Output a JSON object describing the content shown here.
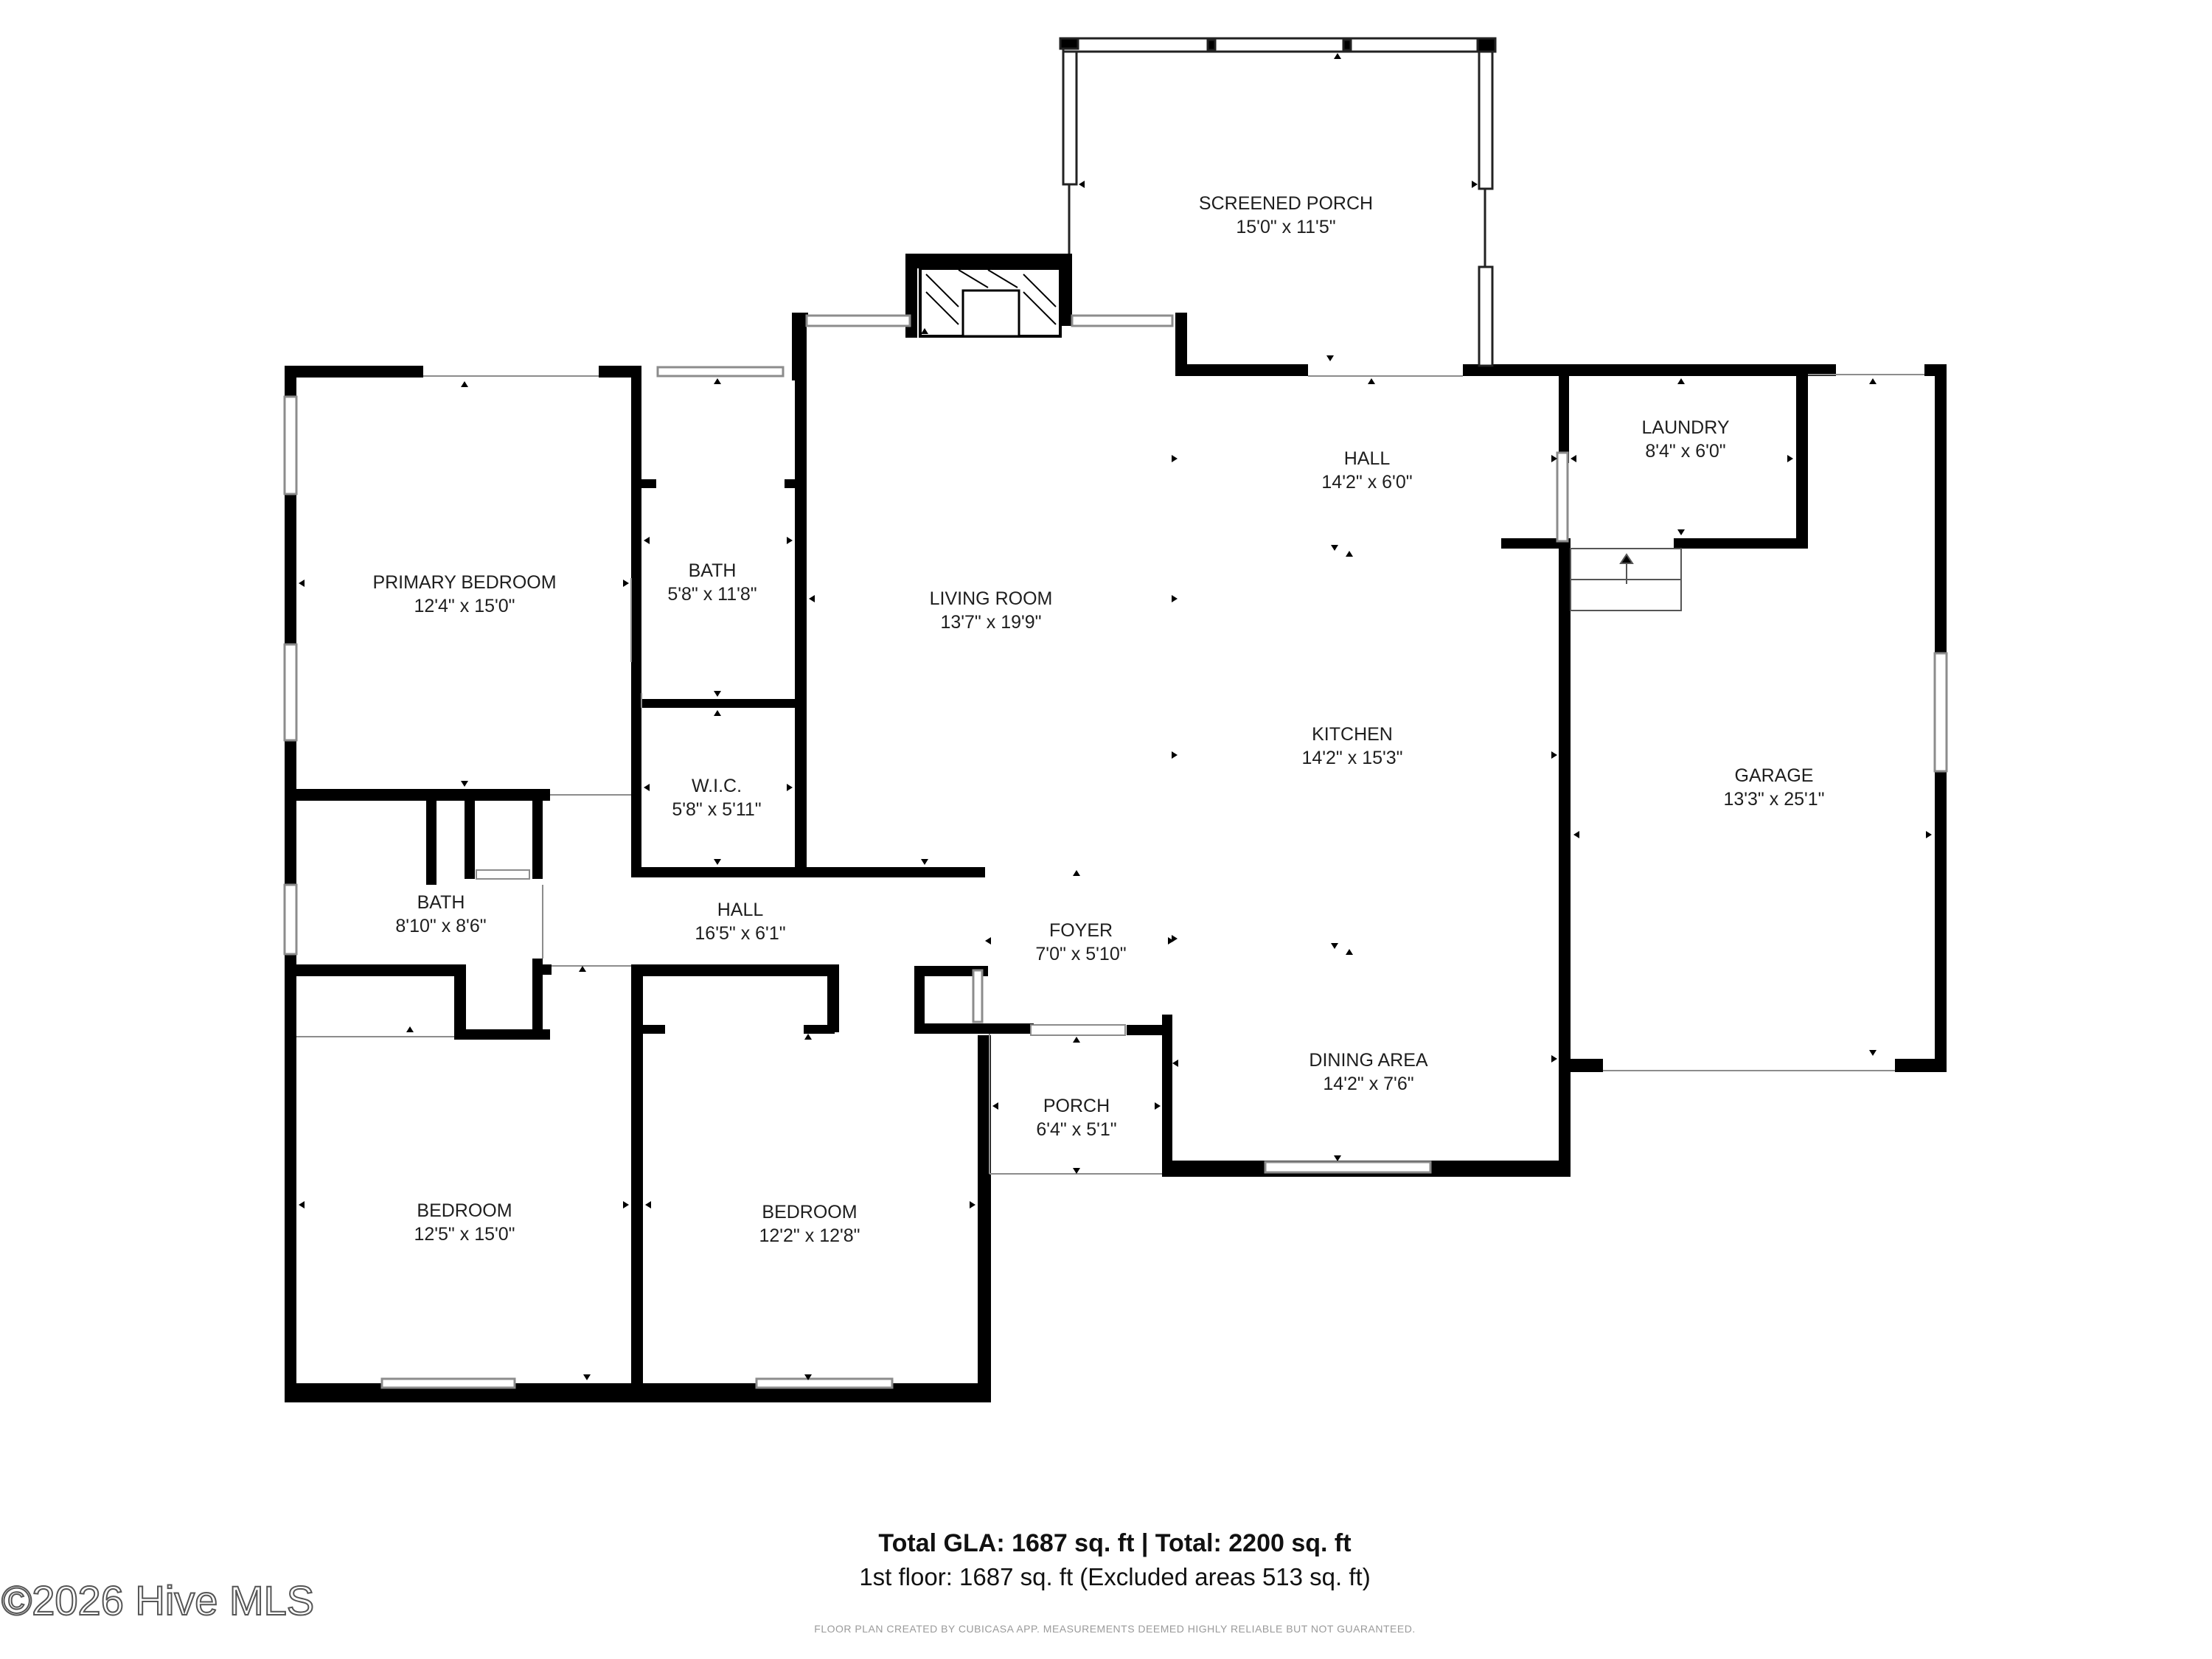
{
  "plan": {
    "rooms": [
      {
        "key": "screened_porch",
        "name": "SCREENED PORCH",
        "dims": "15'0\" x 11'5\""
      },
      {
        "key": "primary_bedroom",
        "name": "PRIMARY BEDROOM",
        "dims": "12'4\" x 15'0\""
      },
      {
        "key": "bath_primary",
        "name": "BATH",
        "dims": "5'8\" x 11'8\""
      },
      {
        "key": "living_room",
        "name": "LIVING ROOM",
        "dims": "13'7\" x 19'9\""
      },
      {
        "key": "hall_upper",
        "name": "HALL",
        "dims": "14'2\" x 6'0\""
      },
      {
        "key": "laundry",
        "name": "LAUNDRY",
        "dims": "8'4\" x 6'0\""
      },
      {
        "key": "kitchen",
        "name": "KITCHEN",
        "dims": "14'2\" x 15'3\""
      },
      {
        "key": "garage",
        "name": "GARAGE",
        "dims": "13'3\" x 25'1\""
      },
      {
        "key": "wic",
        "name": "W.I.C.",
        "dims": "5'8\" x 5'11\""
      },
      {
        "key": "bath_hall",
        "name": "BATH",
        "dims": "8'10\" x 8'6\""
      },
      {
        "key": "hall_lower",
        "name": "HALL",
        "dims": "16'5\" x 6'1\""
      },
      {
        "key": "foyer",
        "name": "FOYER",
        "dims": "7'0\" x 5'10\""
      },
      {
        "key": "dining_area",
        "name": "DINING AREA",
        "dims": "14'2\" x 7'6\""
      },
      {
        "key": "porch",
        "name": "PORCH",
        "dims": "6'4\" x 5'1\""
      },
      {
        "key": "bedroom_left",
        "name": "BEDROOM",
        "dims": "12'5\" x 15'0\""
      },
      {
        "key": "bedroom_right",
        "name": "BEDROOM",
        "dims": "12'2\" x 12'8\""
      }
    ]
  },
  "summary": {
    "totals": "Total GLA: 1687 sq. ft | Total: 2200 sq. ft",
    "floor": "1st floor: 1687 sq. ft (Excluded areas 513 sq. ft)",
    "disclaimer": "FLOOR PLAN CREATED BY CUBICASA APP. MEASUREMENTS DEEMED HIGHLY RELIABLE BUT NOT GUARANTEED."
  },
  "watermark": {
    "text": "©2026 Hive MLS"
  },
  "colors": {
    "wall": "#000000",
    "window": "#9a9a9a",
    "background": "#ffffff"
  }
}
